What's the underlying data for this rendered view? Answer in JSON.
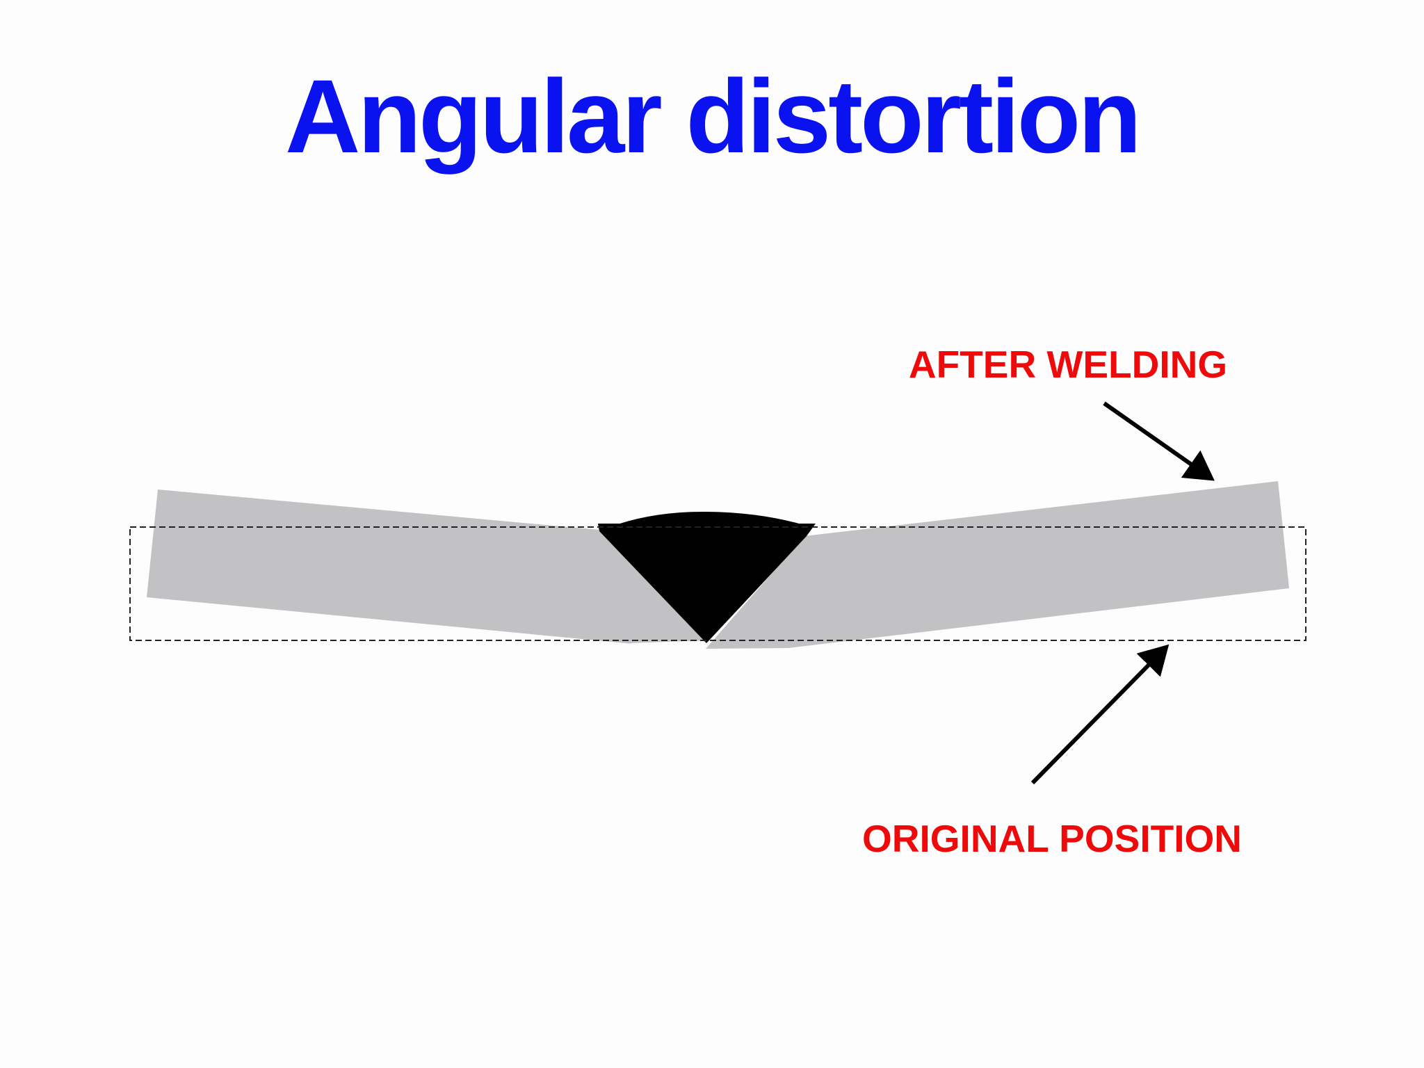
{
  "title": "Angular distortion",
  "labels": {
    "after_welding": "AFTER WELDING",
    "original_position": "ORIGINAL POSITION"
  },
  "colors": {
    "title": "#0a12f0",
    "label": "#ee0a0a",
    "plate": "#c2c1c4",
    "weld": "#000000",
    "outline": "#222222"
  }
}
